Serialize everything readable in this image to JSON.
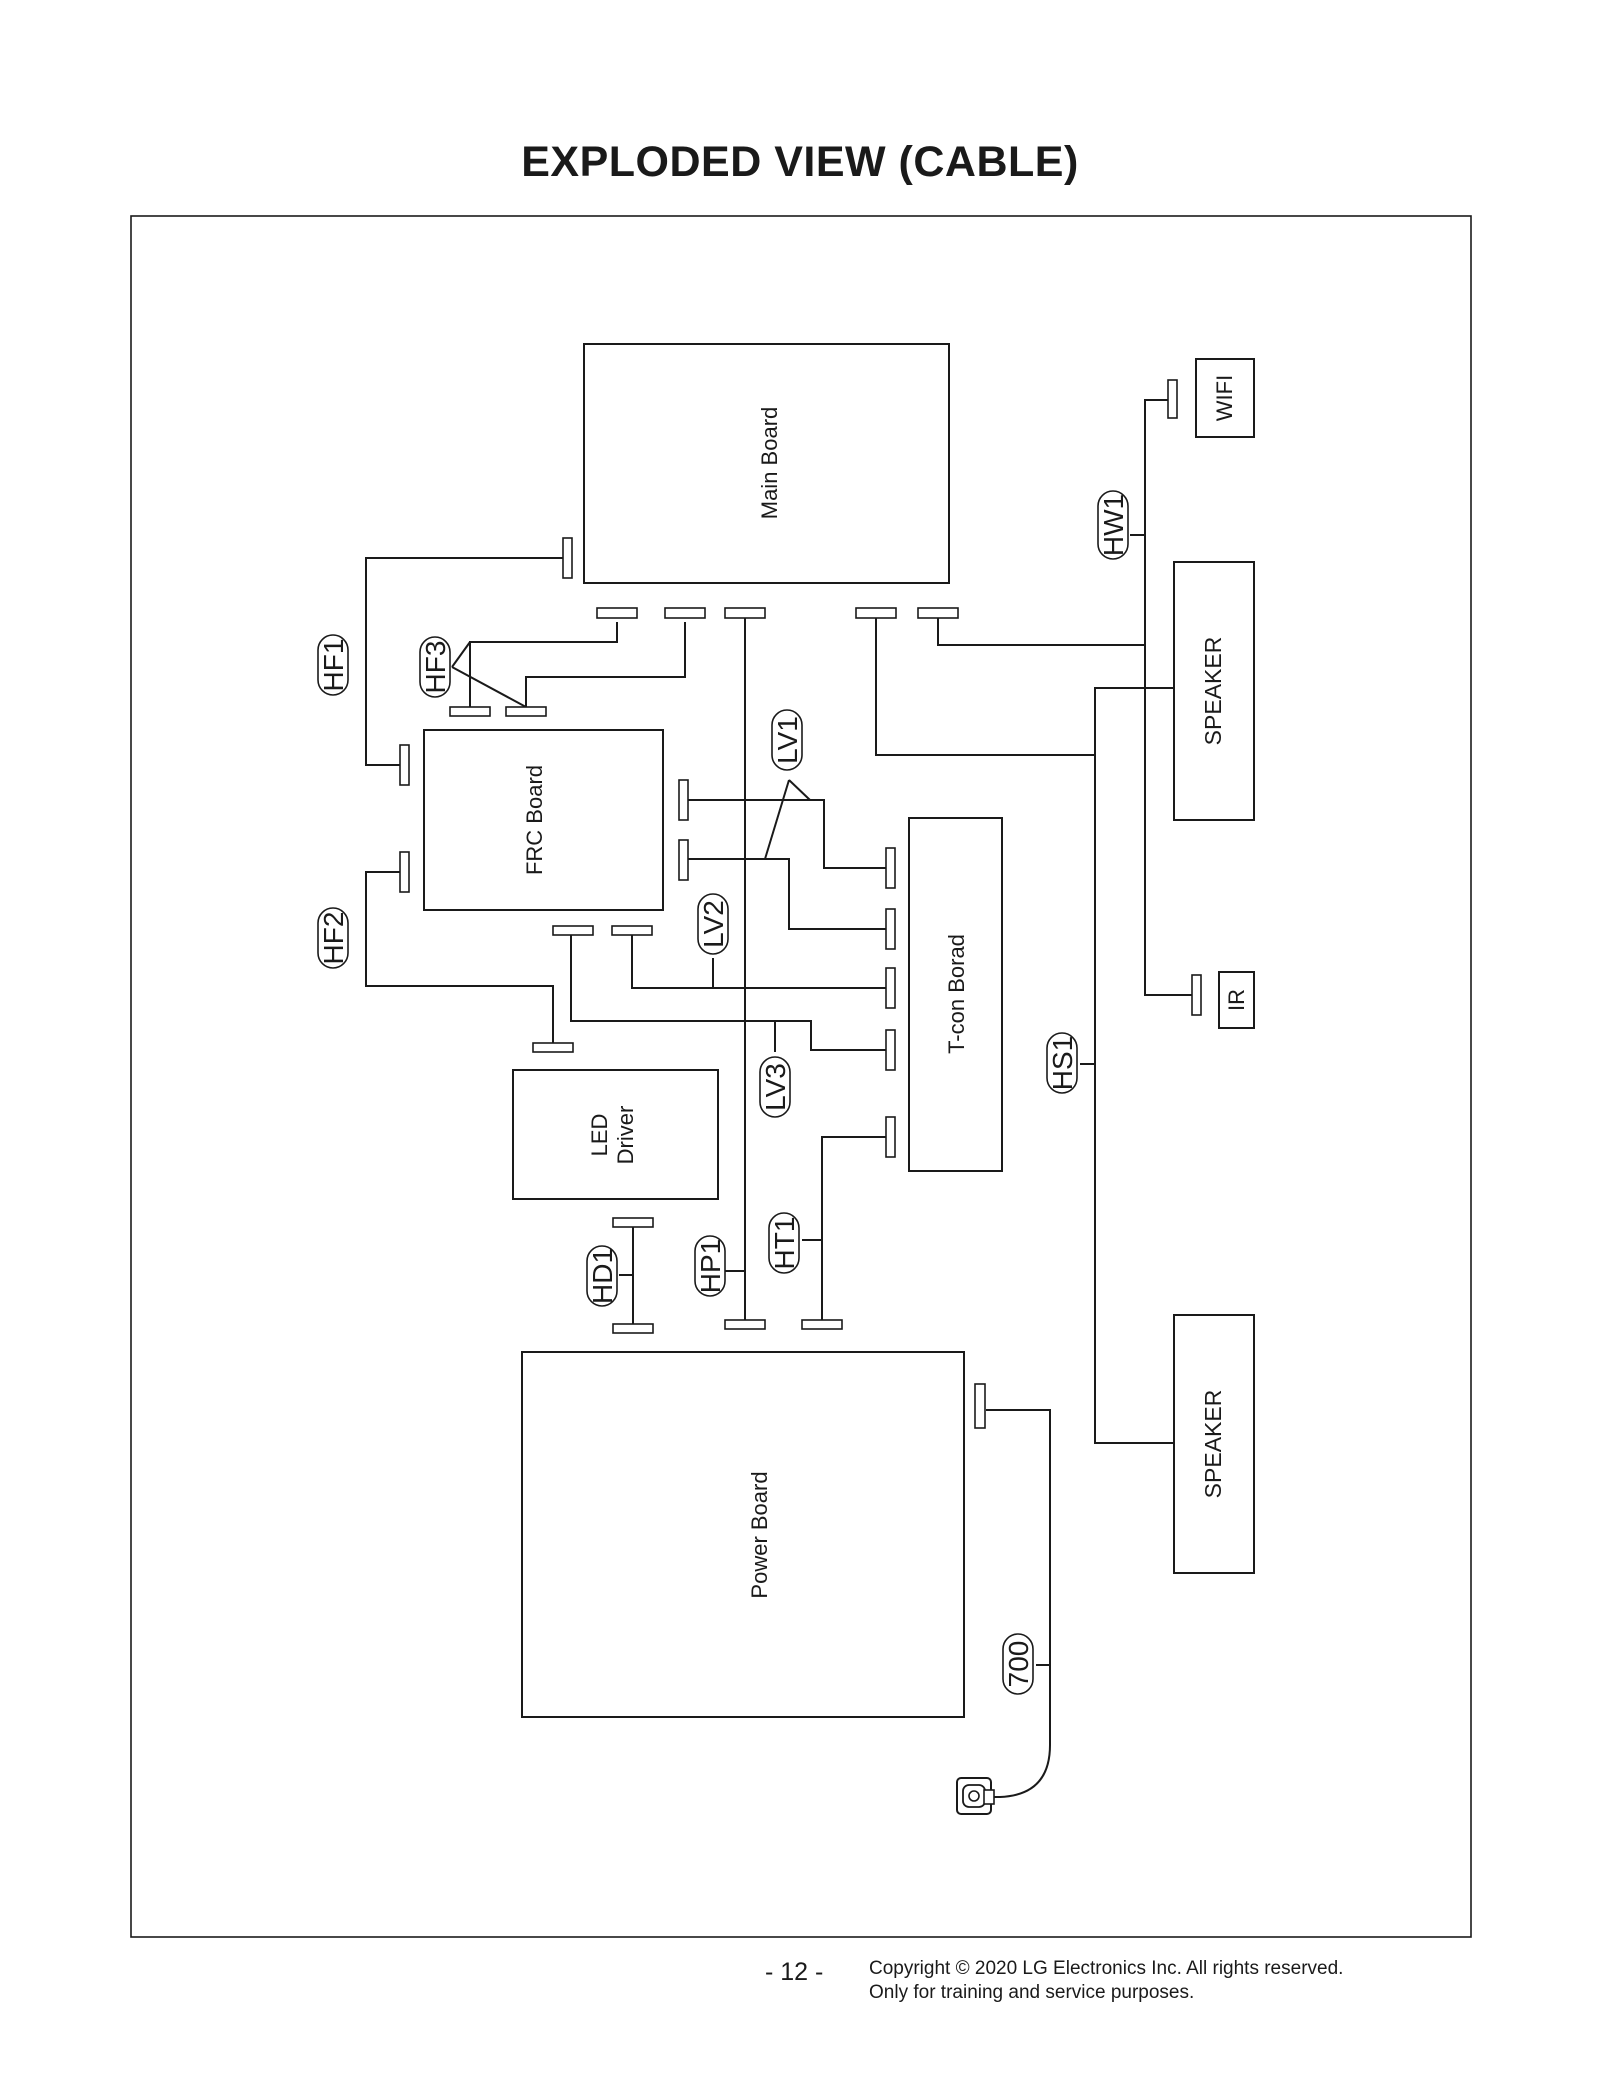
{
  "title": "EXPLODED VIEW (CABLE)",
  "footer": {
    "page_number": "- 12 -",
    "copyright_line1": "Copyright © 2020 LG Electronics Inc. All rights reserved.",
    "copyright_line2": "Only for training and service purposes."
  },
  "boards": {
    "main": "Main Board",
    "frc": "FRC Board",
    "tcon": "T-con Borad",
    "led_line1": "LED",
    "led_line2": "Driver",
    "power": "Power Board",
    "speaker_top": "SPEAKER",
    "speaker_bottom": "SPEAKER",
    "wifi": "WIFI",
    "ir": "IR"
  },
  "cables": {
    "hf1": "HF1",
    "hf2": "HF2",
    "hf3": "HF3",
    "lv1": "LV1",
    "lv2": "LV2",
    "lv3": "LV3",
    "hw1": "HW1",
    "hs1": "HS1",
    "hd1": "HD1",
    "hp1": "HP1",
    "ht1": "HT1",
    "c700": "700"
  }
}
